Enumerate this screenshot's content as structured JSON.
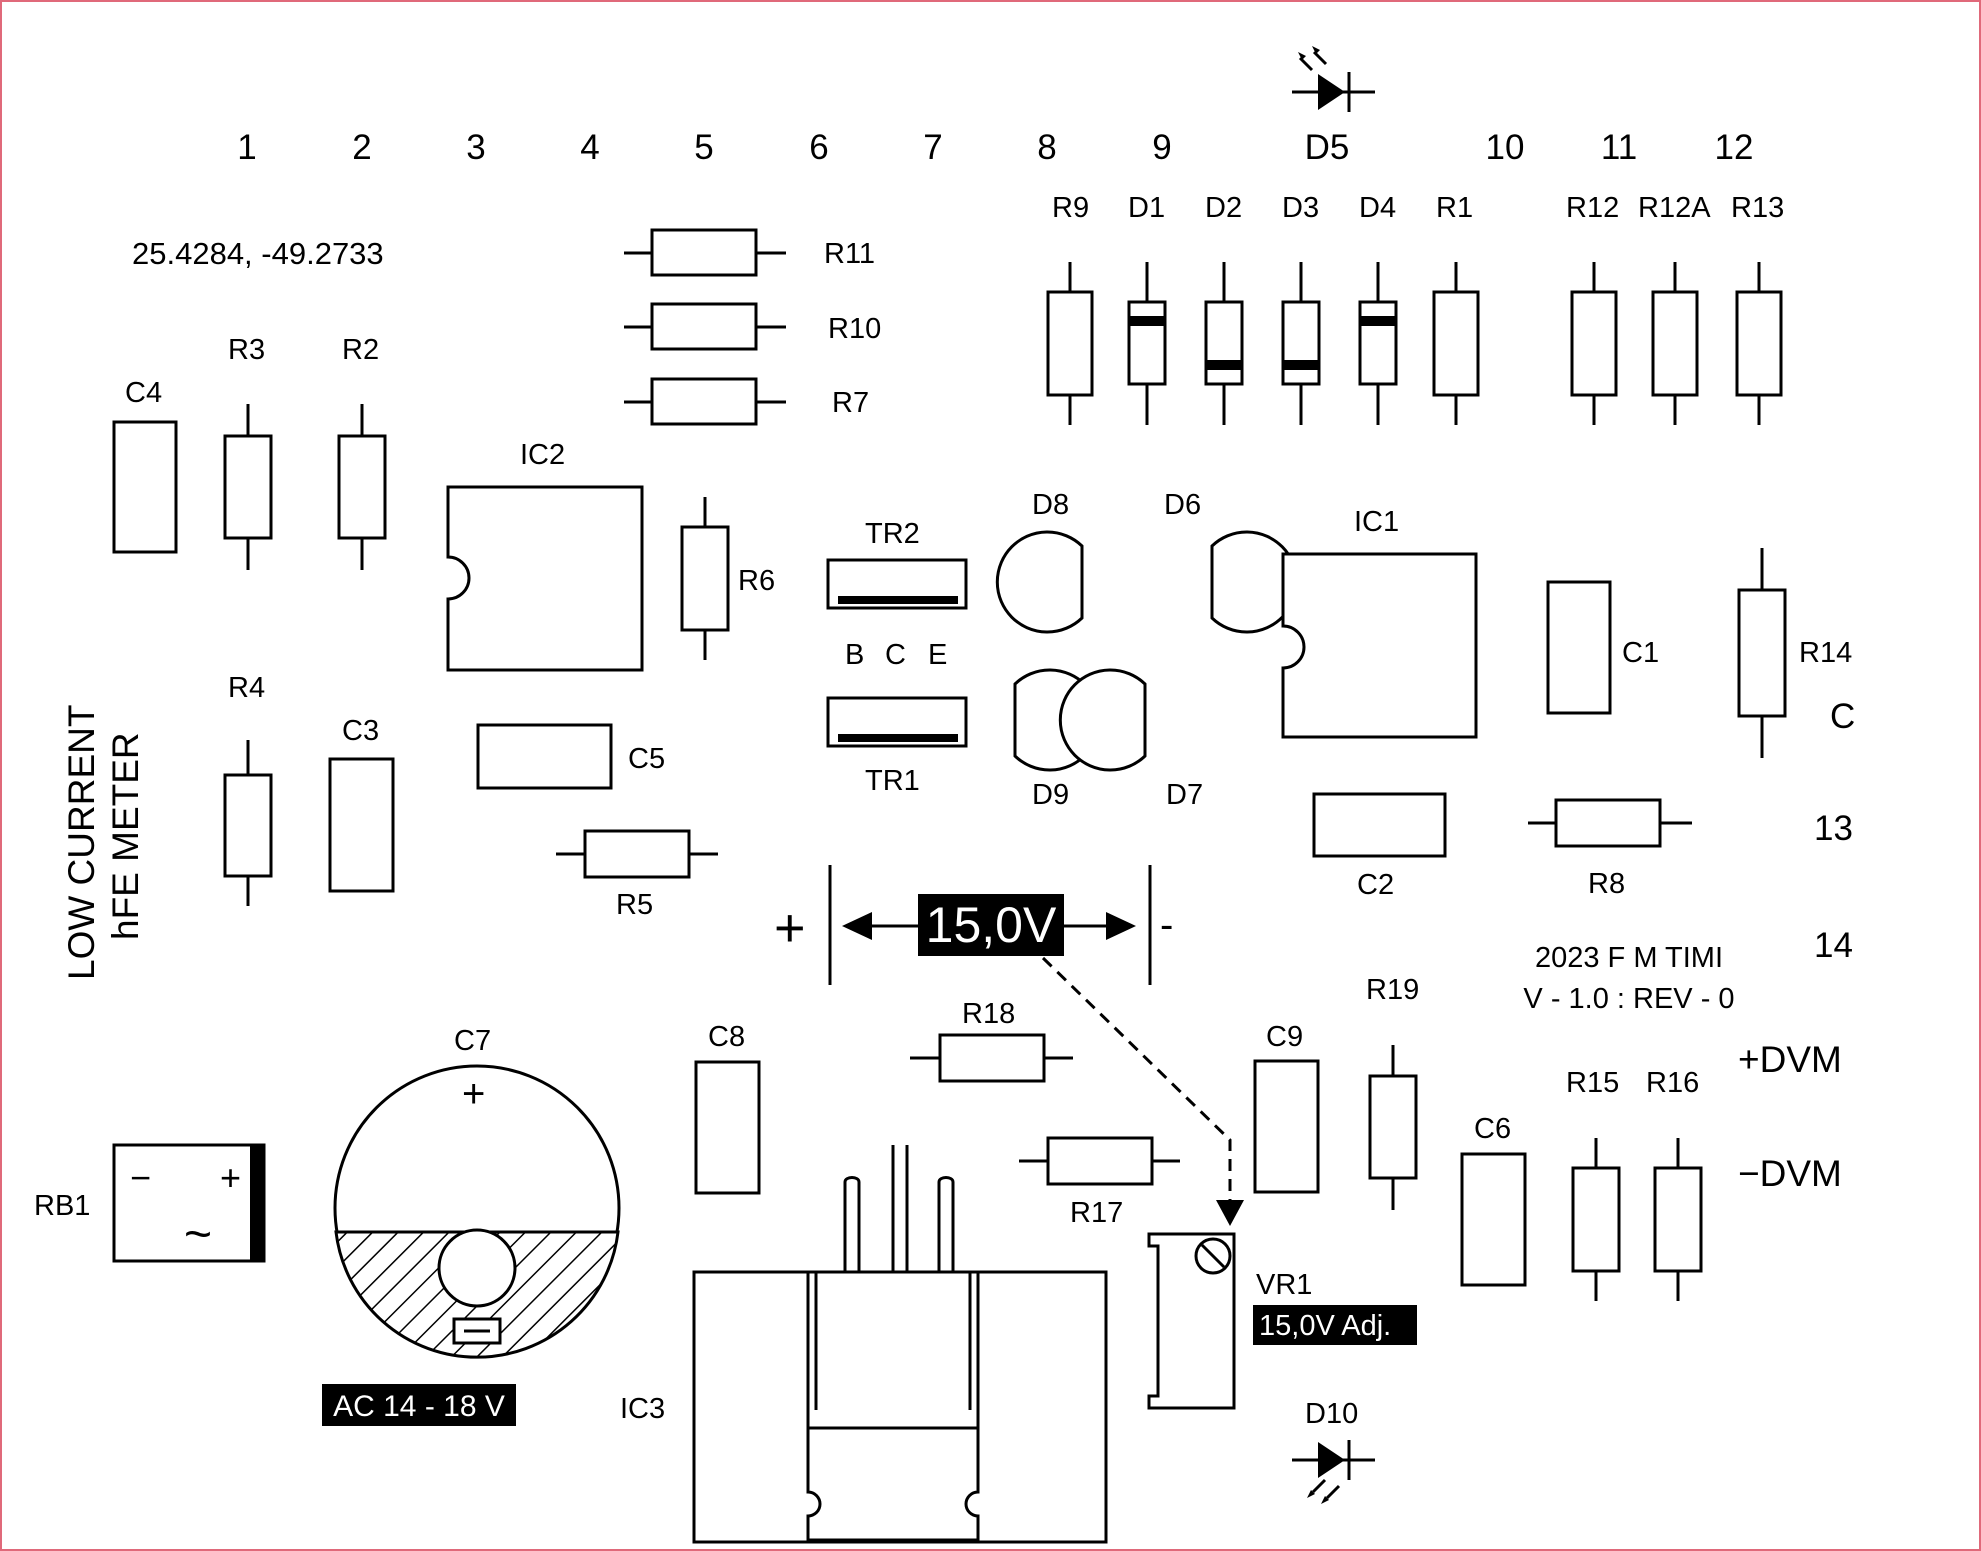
{
  "title_line1": "LOW CURRENT",
  "title_line2": "hFE METER",
  "coords": "25.4284, -49.2733",
  "column_numbers": [
    "1",
    "2",
    "3",
    "4",
    "5",
    "6",
    "7",
    "8",
    "9",
    "D5",
    "10",
    "11",
    "12"
  ],
  "side_numbers": [
    "C",
    "13",
    "14"
  ],
  "voltage_label": "15,0V",
  "plus_sign": "+",
  "minus_sign": "-",
  "footer_credit": "2023 F M TIMI",
  "footer_version": "V - 1.0 : REV - 0",
  "dvm_plus": "+DVM",
  "dvm_minus": "−DVM",
  "ac_label": "AC 14 - 18 V",
  "vr1_label": "VR1",
  "vr1_adj": "15,0V Adj.",
  "c7_plus": "+",
  "rb1": {
    "minus": "−",
    "plus": "+",
    "ac": "~"
  },
  "tr_pins": [
    "B",
    "C",
    "E"
  ],
  "components": {
    "R9": "R9",
    "D1": "D1",
    "D2": "D2",
    "D3": "D3",
    "D4": "D4",
    "R1": "R1",
    "R12": "R12",
    "R12A": "R12A",
    "R13": "R13",
    "R11": "R11",
    "R10": "R10",
    "R7": "R7",
    "R3": "R3",
    "R2": "R2",
    "C4": "C4",
    "IC2": "IC2",
    "R6": "R6",
    "TR2": "TR2",
    "TR1": "TR1",
    "D8": "D8",
    "D6": "D6",
    "D9": "D9",
    "D7": "D7",
    "IC1": "IC1",
    "C1": "C1",
    "R14": "R14",
    "C2": "C2",
    "R8": "R8",
    "R4": "R4",
    "C3": "C3",
    "C5": "C5",
    "R5": "R5",
    "C7": "C7",
    "C8": "C8",
    "R18": "R18",
    "R17": "R17",
    "C9": "C9",
    "R19": "R19",
    "C6": "C6",
    "R15": "R15",
    "R16": "R16",
    "RB1": "RB1",
    "IC3": "IC3",
    "D10": "D10"
  }
}
